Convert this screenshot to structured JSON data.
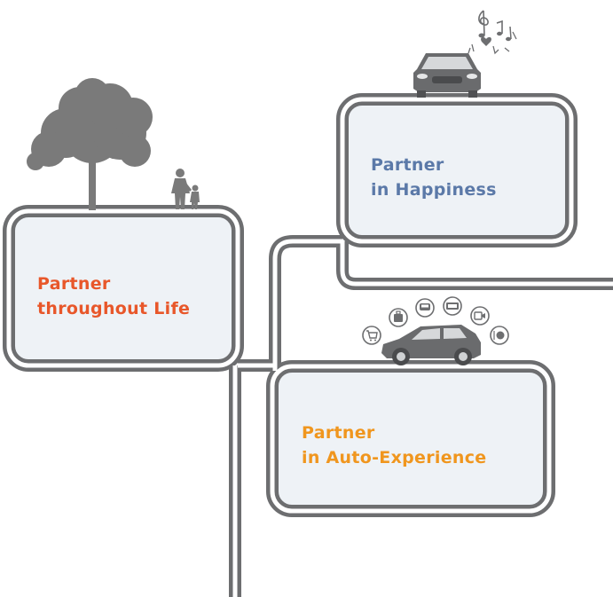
{
  "cards": {
    "life": {
      "line1": "Partner",
      "line2": "throughout Life",
      "color": "#e8572a"
    },
    "happiness": {
      "line1": "Partner",
      "line2": "in Happiness",
      "color": "#5b79a8"
    },
    "auto": {
      "line1": "Partner",
      "line2": "in Auto-Experience",
      "color": "#f0961e"
    }
  },
  "colors": {
    "road": "#6d6e70",
    "card_fill": "#eef2f6",
    "road_gap": "#ffffff"
  },
  "icons": [
    "tree-icon",
    "family-icon",
    "car-front-icon",
    "music-notes-icon",
    "car-side-icon",
    "cart-icon",
    "luggage-icon",
    "bus-icon",
    "ticket-icon",
    "video-icon",
    "dining-icon"
  ]
}
